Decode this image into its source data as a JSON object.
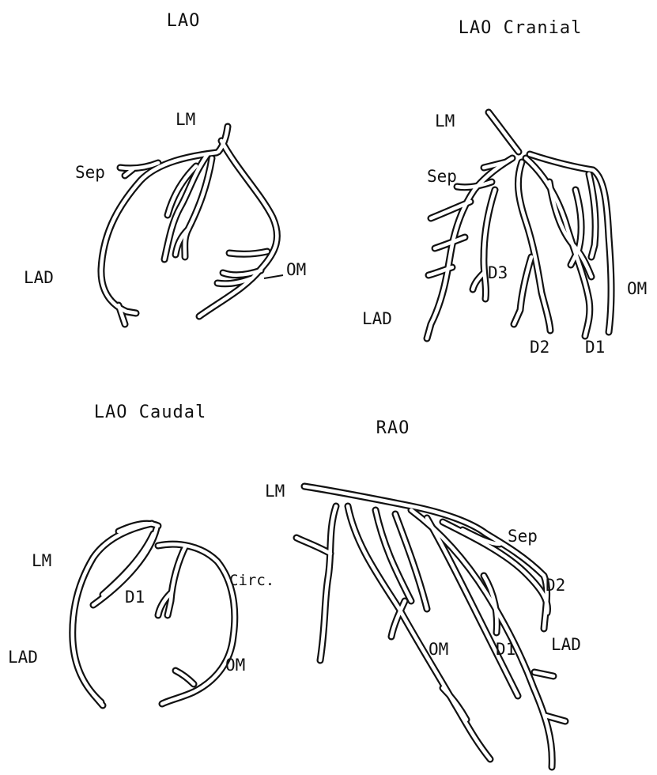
{
  "panels": [
    {
      "title": "LAO",
      "labels": {
        "lm": "LM",
        "sep": "Sep",
        "lad": "LAD",
        "om": "OM"
      }
    },
    {
      "title": "LAO Cranial",
      "labels": {
        "lm": "LM",
        "sep": "Sep",
        "d3": "D3",
        "lad": "LAD",
        "d2": "D2",
        "d1": "D1",
        "om": "OM"
      }
    },
    {
      "title": "LAO Caudal",
      "labels": {
        "lm": "LM",
        "d1": "D1",
        "circ": "Circ.",
        "lad": "LAD",
        "om": "OM"
      }
    },
    {
      "title": "RAO",
      "labels": {
        "lm": "LM",
        "sep": "Sep",
        "d2": "D2",
        "om": "OM",
        "d1": "D1",
        "lad": "LAD"
      }
    }
  ],
  "colors": {
    "ink": "#111111",
    "paper": "#ffffff"
  }
}
